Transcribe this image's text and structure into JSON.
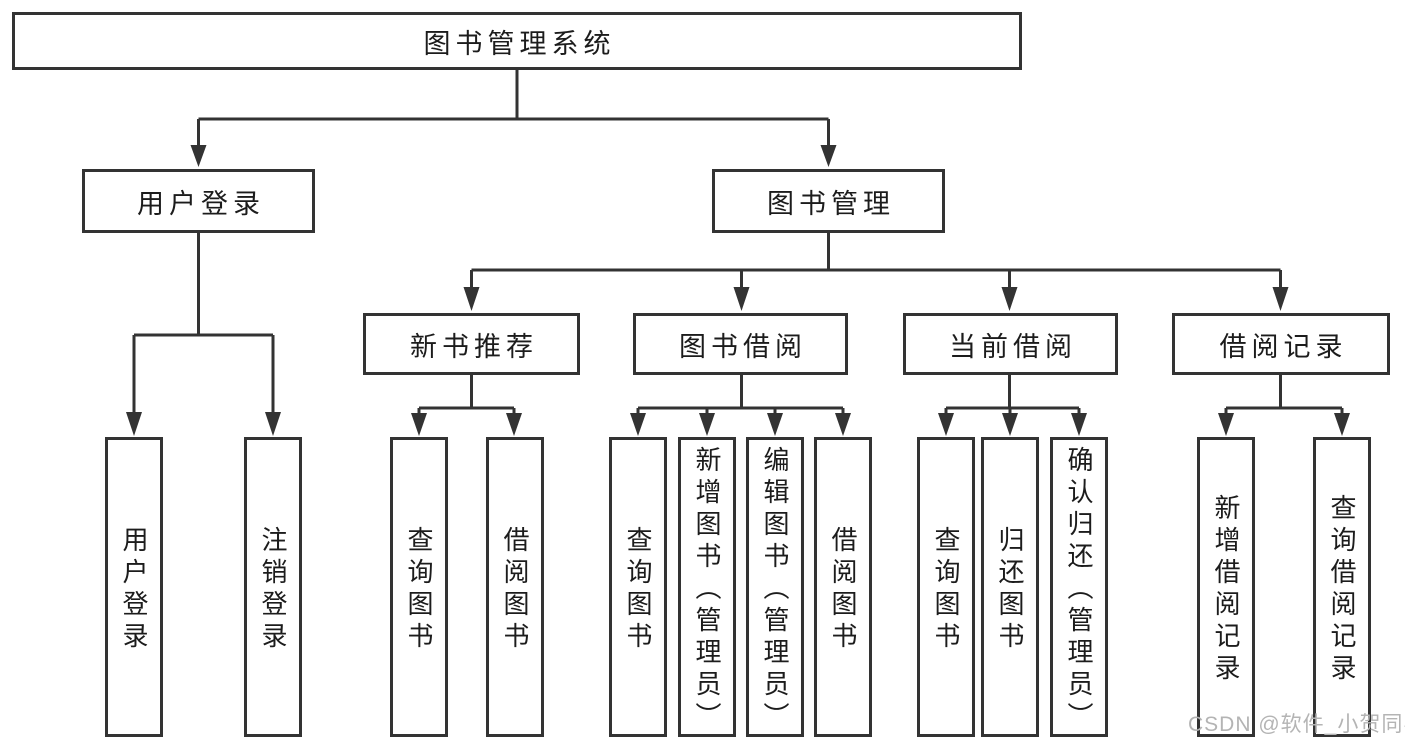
{
  "tree": {
    "root": "图书管理系统",
    "branches": [
      {
        "label": "用户登录",
        "children": [
          "用户登录",
          "注销登录"
        ]
      },
      {
        "label": "图书管理",
        "groups": [
          {
            "label": "新书推荐",
            "children": [
              "查询图书",
              "借阅图书"
            ]
          },
          {
            "label": "图书借阅",
            "children": [
              "查询图书",
              "新增图书（管理员）",
              "编辑图书（管理员）",
              "借阅图书"
            ]
          },
          {
            "label": "当前借阅",
            "children": [
              "查询图书",
              "归还图书",
              "确认归还（管理员）"
            ]
          },
          {
            "label": "借阅记录",
            "children": [
              "新增借阅记录",
              "查询借阅记录"
            ]
          }
        ]
      }
    ]
  },
  "watermark": {
    "text": "CSDN @软件_小贺同学",
    "color": "#b4b4b4"
  },
  "colors": {
    "line": "#333333",
    "box_border": "#333333",
    "box_fill": "#ffffff",
    "text": "#1c1c1c",
    "background": "#ffffff"
  }
}
